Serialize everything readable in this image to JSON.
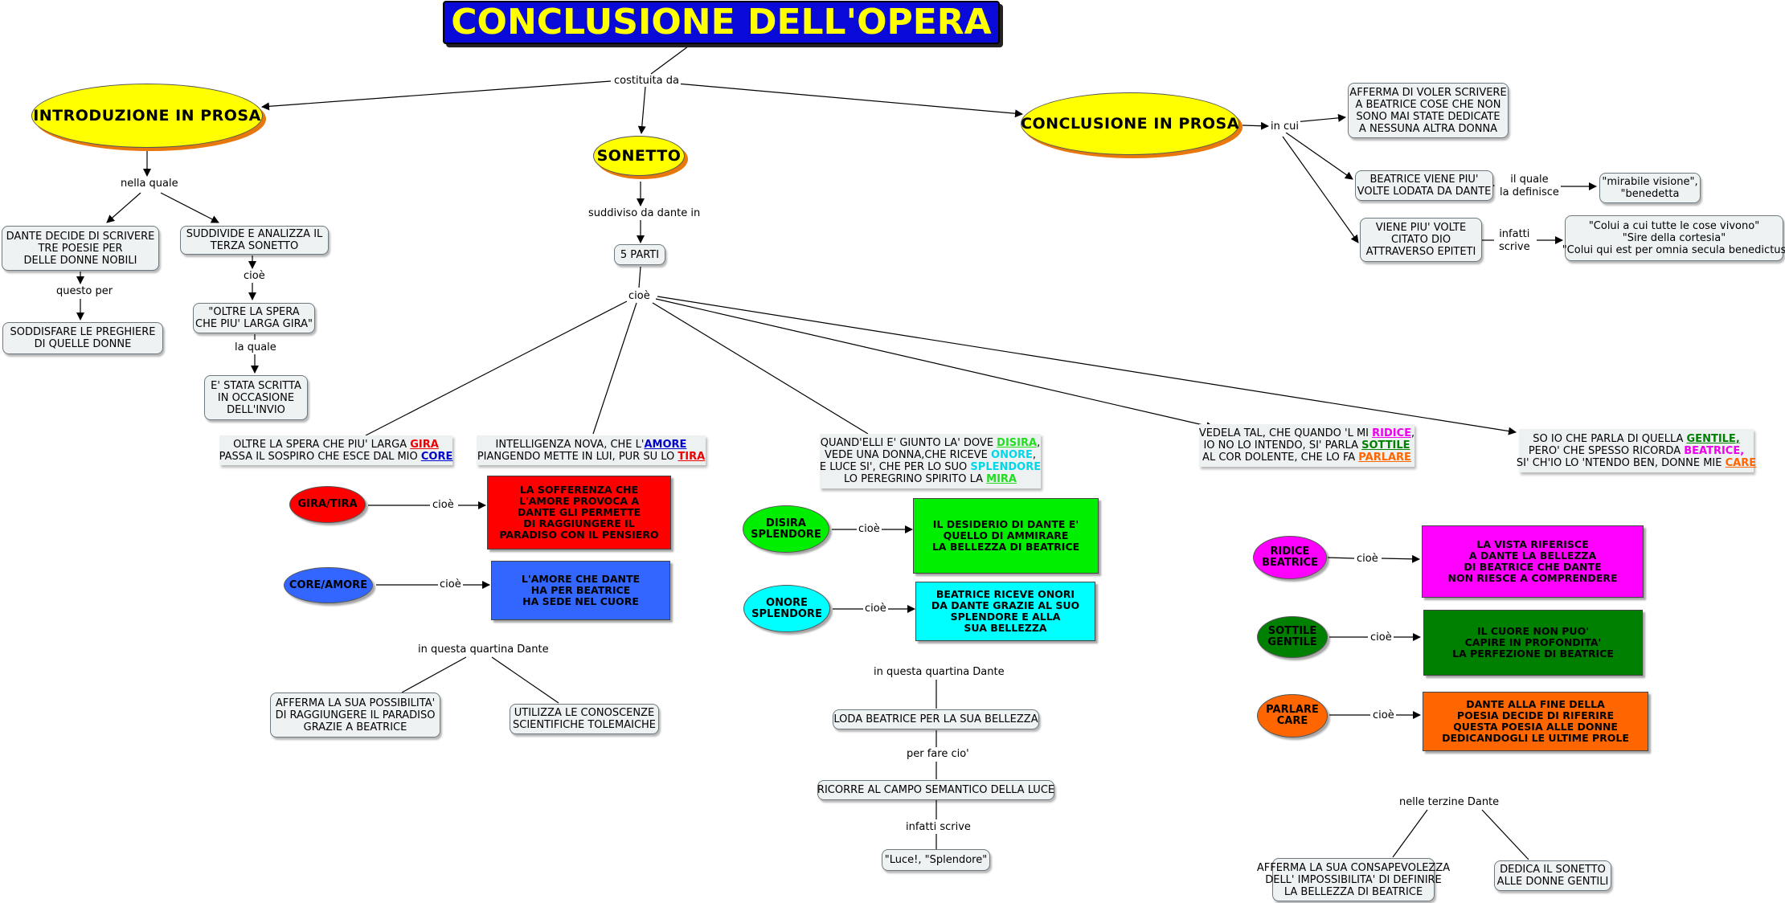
{
  "title": "CONCLUSIONE DELL'OPERA",
  "colors": {
    "title_bg": "#0a0ad8",
    "title_text": "#ffff00",
    "yellow_node": "#ffff00",
    "shadow": "#e8780c",
    "red": "#ff0000",
    "blue": "#3366ff",
    "green": "#00ee00",
    "cyan": "#00ffff",
    "magenta": "#ff00ff",
    "darkgreen": "#008000",
    "orange": "#ff6600"
  },
  "links": {
    "costituita_da": "costituita da",
    "nella_quale": "nella quale",
    "questo_per": "questo per",
    "cioe": "cioè",
    "la_quale": "la quale",
    "suddiviso": "suddiviso da dante in",
    "in_cui": "in cui",
    "il_quale_1": "il quale",
    "il_quale_2": "la definisce",
    "infatti_1": "infatti",
    "infatti_2": "scrive",
    "quartina1": "in questa quartina Dante",
    "quartina2": "in questa quartina Dante",
    "per_fare": "per fare cio'",
    "infatti_scrive": "infatti scrive",
    "terzine": "nelle terzine Dante"
  },
  "nodes": {
    "intro": "INTRODUZIONE IN PROSA",
    "sonetto": "SONETTO",
    "conclusione": "CONCLUSIONE IN PROSA",
    "dante_decide": [
      "DANTE DECIDE DI SCRIVERE",
      "TRE POESIE PER",
      "DELLE DONNE NOBILI"
    ],
    "soddisfare": [
      "SODDISFARE LE PREGHIERE",
      "DI QUELLE DONNE"
    ],
    "suddivide": [
      "SUDDIVIDE E ANALIZZA IL",
      "TERZA SONETTO"
    ],
    "oltre_spera": [
      "\"OLTRE LA SPERA",
      "CHE PIU' LARGA GIRA\""
    ],
    "scritta": [
      "E' STATA SCRITTA",
      "IN OCCASIONE",
      "DELL'INVIO"
    ],
    "cinque_parti": "5 PARTI",
    "afferma_scrivere": [
      "AFFERMA DI VOLER SCRIVERE",
      "A BEATRICE COSE CHE NON",
      "SONO MAI STATE DEDICATE",
      "A NESSUNA ALTRA DONNA"
    ],
    "beatrice_lodata": [
      "BEATRICE VIENE PIU'",
      "VOLTE LODATA DA DANTE"
    ],
    "mirabile": [
      "\"mirabile visione\",",
      "\"benedetta"
    ],
    "citato_dio": [
      "VIENE PIU' VOLTE",
      "CITATO DIO",
      "ATTRAVERSO EPITETI"
    ],
    "epiteti": [
      "\"Colui a cui tutte le cose vivono\"",
      "\"Sire della cortesia\"",
      "\"Colui qui est per omnia secula benedictus"
    ],
    "part1": {
      "l1_pre": "OLTRE LA SPERA CHE PIU' LARGA ",
      "l1_key": "GIRA",
      "l2_pre": "PASSA IL SOSPIRO CHE ESCE DAL MIO ",
      "l2_key": "CORE"
    },
    "part2": {
      "l1_pre": "INTELLIGENZA NOVA, CHE L'",
      "l1_key": "AMORE",
      "l2_pre": "PIANGENDO METTE IN LUI, PUR SU LO ",
      "l2_key": "TIRA"
    },
    "part3": {
      "l1_pre": "QUAND'ELLI E' GIUNTO LA' DOVE ",
      "l1_key": "DISIRA",
      "l1_post": ",",
      "l2_pre": "VEDE UNA DONNA,CHE RICEVE ",
      "l2_key": "ONORE",
      "l2_post": ",",
      "l3_pre": "E LUCE SI', CHE PER LO SUO ",
      "l3_key": "SPLENDORE",
      "l4_pre": "LO PEREGRINO SPIRITO LA ",
      "l4_key": "MIRA"
    },
    "part4": {
      "l1_pre": "VEDELA TAL, CHE QUANDO 'L MI ",
      "l1_key": "RIDICE",
      "l1_post": ",",
      "l2_pre": "IO NO LO INTENDO, SI' PARLA ",
      "l2_key": "SOTTILE",
      "l3_pre": "AL COR DOLENTE, CHE LO FA ",
      "l3_key": "PARLARE"
    },
    "part5": {
      "l1_pre": "SO IO CHE PARLA DI QUELLA ",
      "l1_key": "GENTILE,",
      "l2_pre": "PERO' CHE SPESSO RICORDA ",
      "l2_key": "BEATRICE,",
      "l3_pre": "SI' CH'IO LO 'NTENDO BEN, DONNE MIE ",
      "l3_key": "CARE"
    },
    "gira_tira": "GIRA/TIRA",
    "gira_tira_def": [
      "LA SOFFERENZA CHE",
      "L'AMORE PROVOCA A",
      "DANTE GLI PERMETTE",
      "DI RAGGIUNGERE IL",
      "PARADISO CON IL PENSIERO"
    ],
    "core_amore": "CORE/AMORE",
    "core_amore_def": [
      "L'AMORE CHE DANTE",
      "HA PER BEATRICE",
      "HA SEDE NEL CUORE"
    ],
    "afferma_possibilita": [
      "AFFERMA LA SUA POSSIBILITA'",
      "DI RAGGIUNGERE IL PARADISO",
      "GRAZIE A BEATRICE"
    ],
    "utilizza": [
      "UTILIZZA LE CONOSCENZE",
      "SCIENTIFICHE TOLEMAICHE"
    ],
    "disira": [
      "DISIRA",
      "SPLENDORE"
    ],
    "disira_def": [
      "IL DESIDERIO DI DANTE E'",
      "QUELLO DI AMMIRARE",
      "LA BELLEZZA DI BEATRICE"
    ],
    "onore": [
      "ONORE",
      "SPLENDORE"
    ],
    "onore_def": [
      "BEATRICE RICEVE ONORI",
      "DA DANTE GRAZIE AL SUO",
      "SPLENDORE E ALLA",
      "SUA BELLEZZA"
    ],
    "loda": "LODA BEATRICE PER LA SUA BELLEZZA",
    "ricorre": "RICORRE AL CAMPO SEMANTICO DELLA LUCE",
    "luce": "\"Luce!, \"Splendore\"",
    "ridice": [
      "RIDICE",
      "BEATRICE"
    ],
    "ridice_def": [
      "LA VISTA RIFERISCE",
      "A DANTE LA BELLEZZA",
      "DI BEATRICE CHE DANTE",
      "NON RIESCE A COMPRENDERE"
    ],
    "sottile": [
      "SOTTILE",
      "GENTILE"
    ],
    "sottile_def": [
      "IL CUORE NON PUO'",
      "CAPIRE IN PROFONDITA'",
      "LA PERFEZIONE DI BEATRICE"
    ],
    "parlare": [
      "PARLARE",
      "CARE"
    ],
    "parlare_def": [
      "DANTE ALLA FINE DELLA",
      "POESIA DECIDE DI RIFERIRE",
      "QUESTA POESIA ALLE DONNE",
      "DEDICANDOGLI LE ULTIME PROLE"
    ],
    "afferma_consapevolezza": [
      "AFFERMA LA SUA CONSAPEVOLEZZA",
      "DELL' IMPOSSIBILITA' DI DEFINIRE",
      "LA BELLEZZA DI BEATRICE"
    ],
    "dedica": [
      "DEDICA IL SONETTO",
      "ALLE DONNE GENTILI"
    ]
  }
}
